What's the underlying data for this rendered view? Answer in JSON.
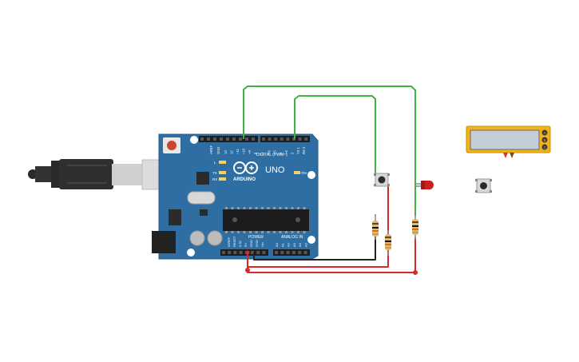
{
  "board": {
    "brand": "ARDUINO",
    "model": "UNO",
    "digital_header_label": "DIGITAL (PWM~)",
    "power_label": "POWER",
    "analog_label": "ANALOG IN",
    "on_label": "ON",
    "led_labels": [
      "L",
      "TX",
      "RX"
    ],
    "aref_label": "AREF",
    "gnd_label": "GND",
    "digital_pins": [
      "13",
      "12",
      "~11",
      "~10",
      "~9",
      "8",
      "7",
      "~6",
      "~5",
      "4",
      "~3",
      "2",
      "TX 1",
      "RX 0"
    ],
    "power_pins": [
      "IOREF",
      "RESET",
      "3.3V",
      "5V",
      "GND",
      "GND",
      "Vin"
    ],
    "analog_pins": [
      "A0",
      "A1",
      "A2",
      "A3",
      "A4",
      "A5"
    ]
  },
  "lcd": {
    "button_labels": [
      "A",
      "B",
      "C"
    ]
  },
  "colors": {
    "board": "#2f6ea3",
    "wire_green": "#3fb23f",
    "wire_red": "#d42a2a",
    "wire_black": "#222222",
    "lcd_frame": "#f2b21b",
    "lcd_screen": "#c5ced6",
    "led": "#cc1f1f"
  },
  "icons": [
    "usb-cable-icon",
    "resistor-icon",
    "pushbutton-icon",
    "led-icon"
  ]
}
